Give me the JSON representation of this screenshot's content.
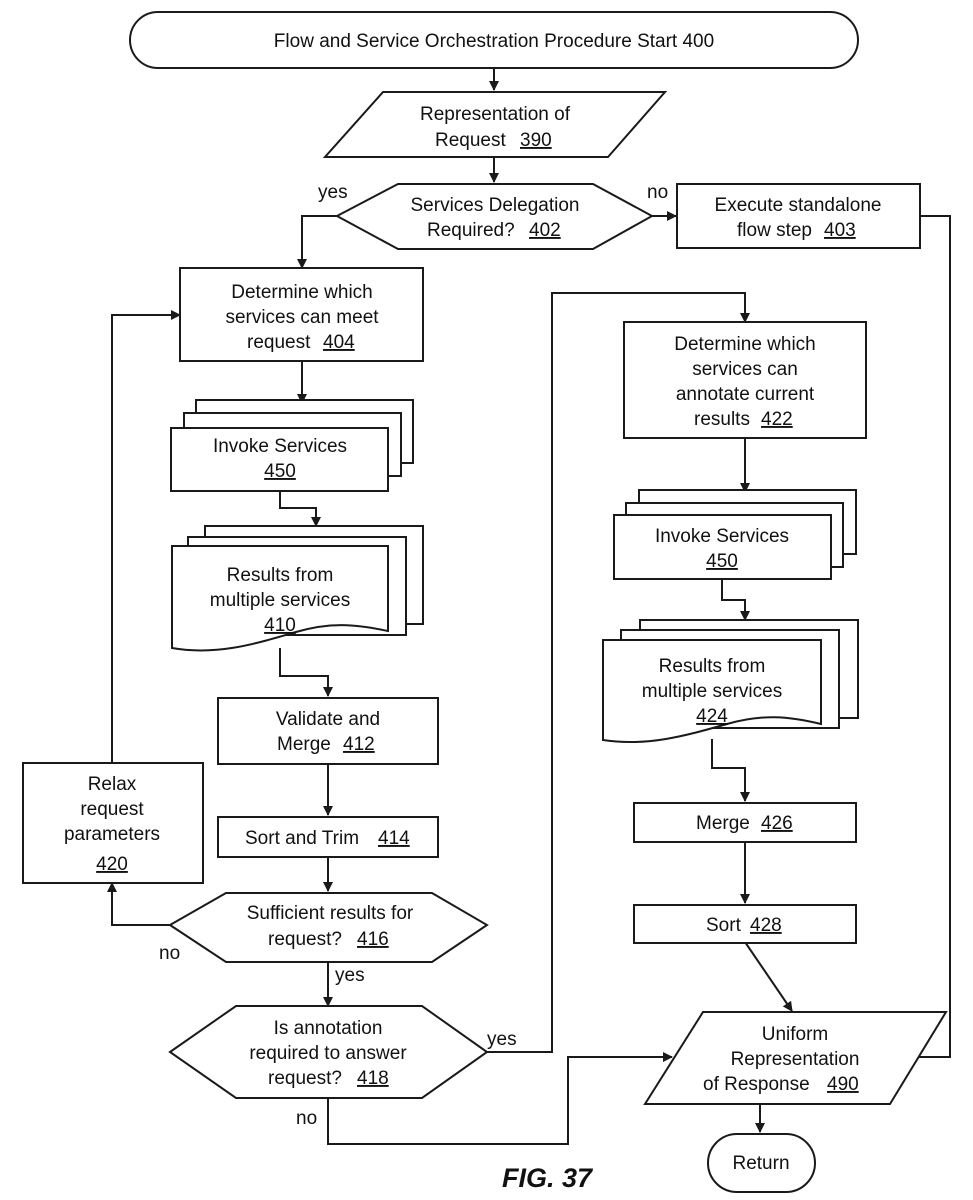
{
  "figure_label": "FIG. 37",
  "nodes": {
    "start": {
      "text": "Flow and Service Orchestration Procedure Start 400"
    },
    "request": {
      "lines": [
        "Representation of",
        "Request"
      ],
      "ref": "390"
    },
    "delegation": {
      "lines": [
        "Services Delegation",
        "Required?"
      ],
      "ref": "402"
    },
    "standalone": {
      "lines": [
        "Execute standalone",
        "flow step"
      ],
      "ref": "403"
    },
    "determine_meet": {
      "lines": [
        "Determine which",
        "services can meet",
        "request"
      ],
      "ref": "404"
    },
    "invoke_left": {
      "lines": [
        "Invoke Services"
      ],
      "ref": "450"
    },
    "results_left": {
      "lines": [
        "Results from",
        "multiple services"
      ],
      "ref": "410"
    },
    "validate": {
      "lines": [
        "Validate and",
        "Merge"
      ],
      "ref": "412"
    },
    "sort_trim": {
      "lines": [
        "Sort and Trim"
      ],
      "ref": "414"
    },
    "sufficient": {
      "lines": [
        "Sufficient results for",
        "request?"
      ],
      "ref": "416"
    },
    "relax": {
      "lines": [
        "Relax",
        "request",
        "parameters"
      ],
      "ref": "420"
    },
    "annotation_required": {
      "lines": [
        "Is annotation",
        "required to answer",
        "request?"
      ],
      "ref": "418"
    },
    "determine_annotate": {
      "lines": [
        "Determine which",
        "services can",
        "annotate current",
        "results"
      ],
      "ref": "422"
    },
    "invoke_right": {
      "lines": [
        "Invoke Services"
      ],
      "ref": "450"
    },
    "results_right": {
      "lines": [
        "Results from",
        "multiple services"
      ],
      "ref": "424"
    },
    "merge": {
      "lines": [
        "Merge"
      ],
      "ref": "426"
    },
    "sort": {
      "lines": [
        "Sort"
      ],
      "ref": "428"
    },
    "uniform": {
      "lines": [
        "Uniform",
        "Representation",
        "of Response"
      ],
      "ref": "490"
    },
    "return": {
      "text": "Return"
    }
  },
  "edge_labels": {
    "delegation_yes": "yes",
    "delegation_no": "no",
    "sufficient_no": "no",
    "sufficient_yes": "yes",
    "annotation_yes": "yes",
    "annotation_no": "no"
  }
}
